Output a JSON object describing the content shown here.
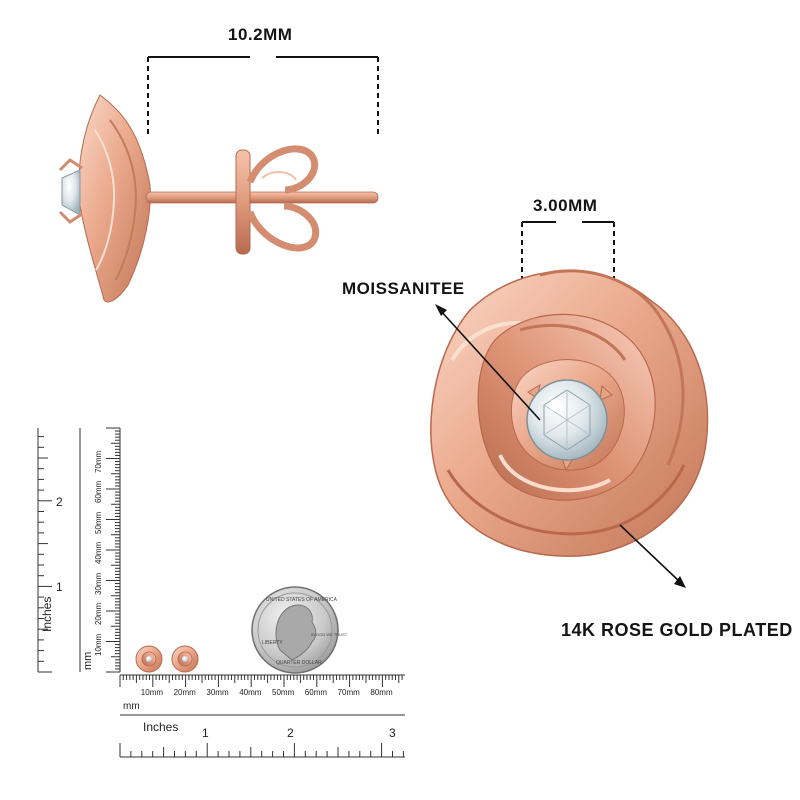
{
  "labels": {
    "side_width": "10.2MM",
    "stone_diameter": "3.00MM",
    "stone_type": "MOISSANITEE",
    "plating": "14K ROSE GOLD PLATED"
  },
  "ruler_vertical": {
    "mm_label": "mm",
    "inches_label": "Inches",
    "mm_ticks": [
      "10mm",
      "20mm",
      "30mm",
      "40mm",
      "50mm",
      "60mm",
      "70mm"
    ],
    "inch_ticks": [
      "1",
      "2"
    ]
  },
  "ruler_horizontal": {
    "mm_label": "mm",
    "inches_label": "Inches",
    "mm_ticks": [
      "10mm",
      "20mm",
      "30mm",
      "40mm",
      "50mm",
      "60mm",
      "70mm",
      "80mm"
    ],
    "inch_ticks": [
      "1",
      "2",
      "3"
    ]
  },
  "coin": {
    "top_text": "UNITED STATES OF AMERICA",
    "left_text": "LIBERTY",
    "right_text": "IN GOD WE TRUST",
    "bottom_text": "QUARTER DOLLAR"
  },
  "colors": {
    "rose_gold_light": "#f6c9b5",
    "rose_gold_mid": "#e7a183",
    "rose_gold_dark": "#b9684d",
    "label_text": "#141414"
  }
}
